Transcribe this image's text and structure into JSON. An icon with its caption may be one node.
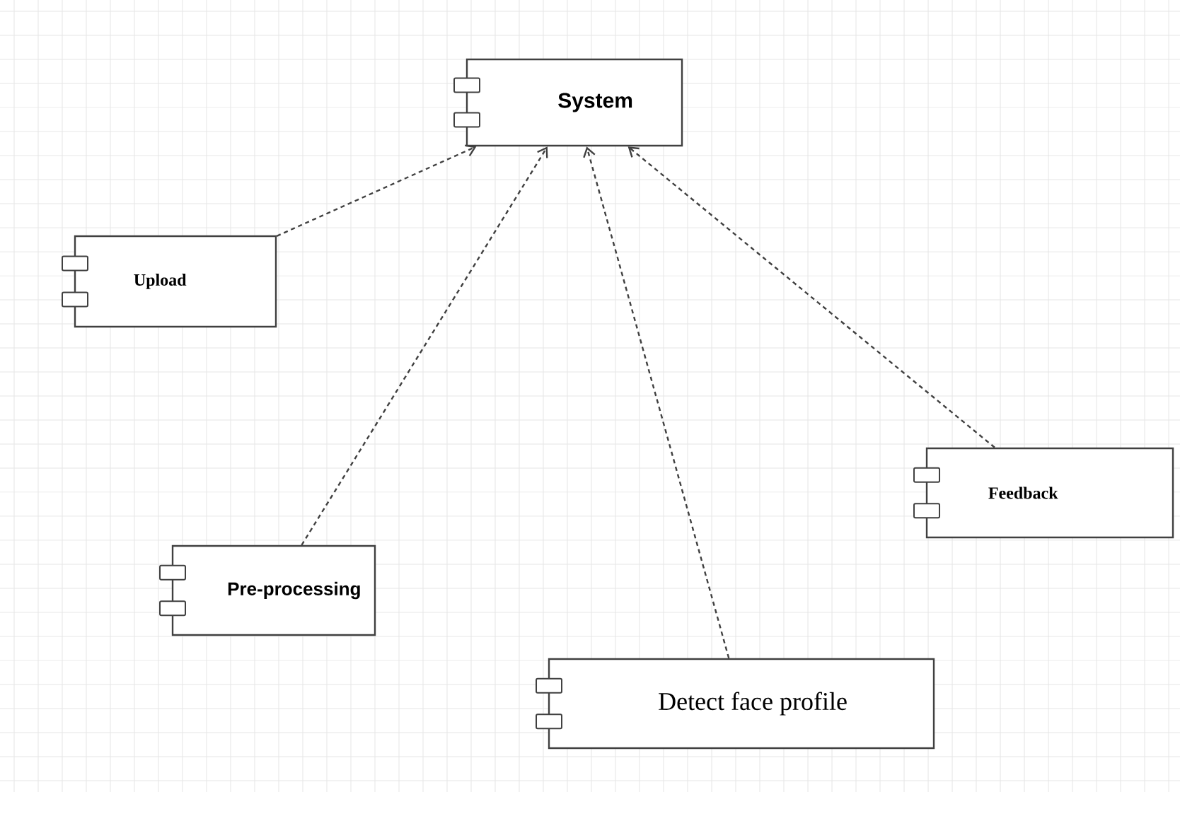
{
  "diagram": {
    "nodes": [
      {
        "text": [
          "System"
        ]
      },
      {
        "text": [
          "Upload"
        ]
      },
      {
        "text": [
          "Pre-processing"
        ]
      },
      {
        "text": [
          "Detect face profile"
        ]
      },
      {
        "text": [
          "Feedback"
        ]
      }
    ],
    "edges": [
      {
        "from": 1,
        "to": 0,
        "arrow": "to",
        "style": "dashed"
      },
      {
        "from": 2,
        "to": 0,
        "arrow": "to",
        "style": "dashed"
      },
      {
        "from": 3,
        "to": 0,
        "arrow": "to",
        "style": "dashed"
      },
      {
        "from": 4,
        "to": 0,
        "arrow": "to",
        "style": "dashed"
      }
    ]
  }
}
